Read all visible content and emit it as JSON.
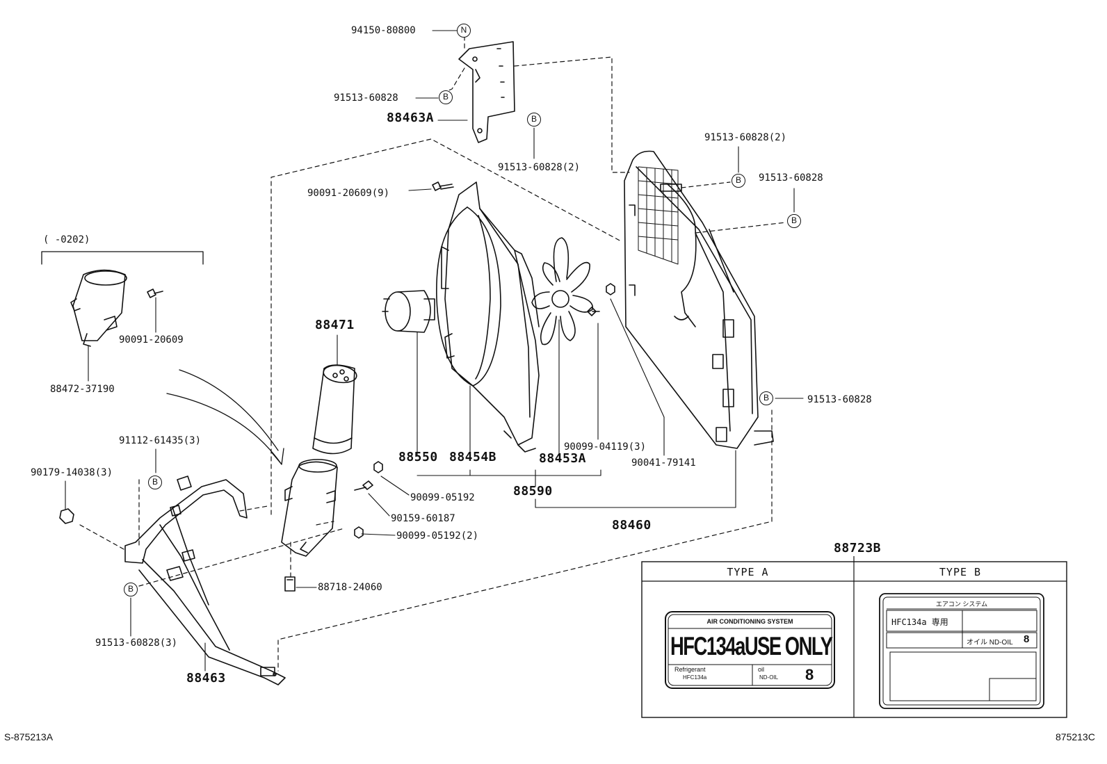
{
  "range_label": "(      -0202)",
  "badges": {
    "b": "B",
    "n": "N"
  },
  "labels": {
    "p94150": "94150-80800",
    "p91513_top": "91513-60828",
    "p88463A": "88463A",
    "p91513_2_top": "91513-60828(2)",
    "p91513_2_right": "91513-60828(2)",
    "p91513_right1": "91513-60828",
    "p90091_9": "90091-20609(9)",
    "p90091": "90091-20609",
    "p88472": "88472-37190",
    "p88471": "88471",
    "p91112": "91112-61435(3)",
    "p90179": "90179-14038(3)",
    "p88550": "88550",
    "p88454B": "88454B",
    "p88453A": "88453A",
    "p90099_04119": "90099-04119(3)",
    "p90041": "90041-79141",
    "p88590": "88590",
    "p90099_05192": "90099-05192",
    "p90159": "90159-60187",
    "p90099_05192_2": "90099-05192(2)",
    "p88460": "88460",
    "p91513_right2": "91513-60828",
    "p88718": "88718-24060",
    "p91513_3": "91513-60828(3)",
    "p88463": "88463",
    "p88723B": "88723B"
  },
  "label_table": {
    "type_a": "TYPE  A",
    "type_b": "TYPE  B",
    "sticker_a": {
      "header": "AIR CONDITIONING SYSTEM",
      "main": "HFC134aUSE ONLY",
      "refrigerant_label": "Refrigerant",
      "refrigerant_value": "HFC134a",
      "oil_label": "oil",
      "oil_value": "ND-OIL",
      "oil_number": "8"
    },
    "sticker_b": {
      "header": "エアコン  システム",
      "refrigerant": "HFC134a 専用",
      "oil_label": "オイル ND-OIL",
      "oil_number": "8"
    }
  },
  "footer": {
    "left": "S-875213A",
    "right": "875213C"
  }
}
